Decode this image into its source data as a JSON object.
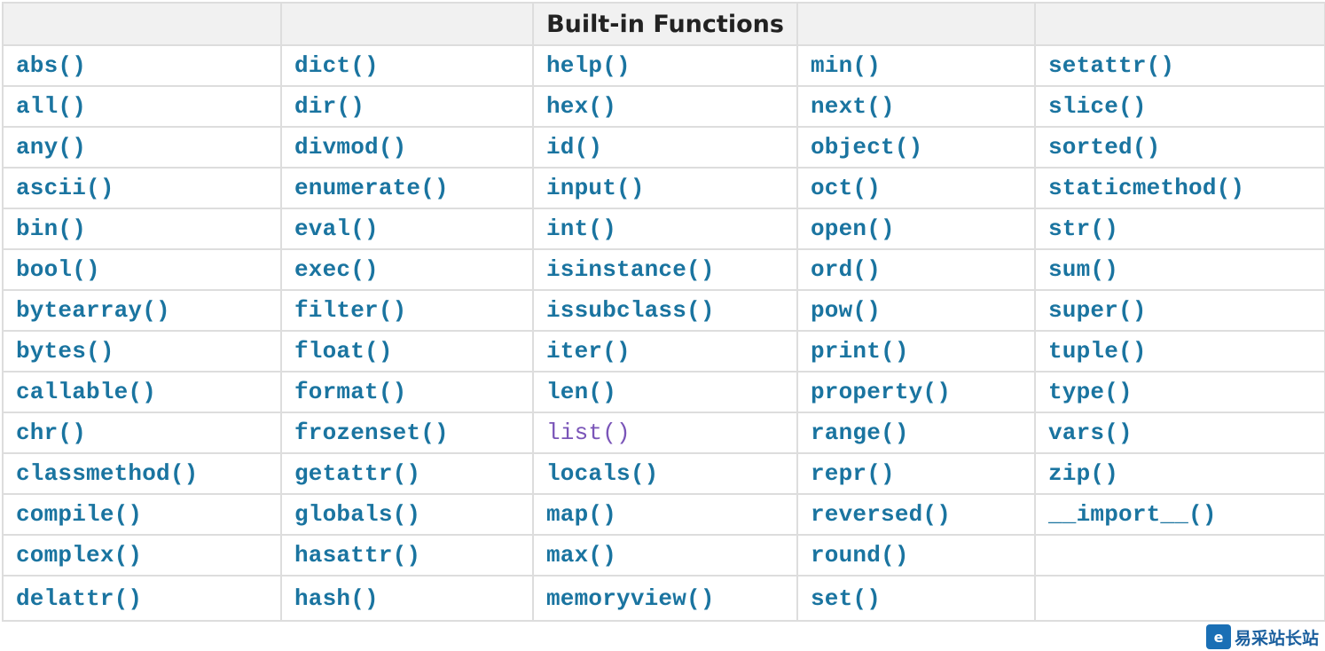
{
  "table": {
    "header": [
      "",
      "",
      "Built-in Functions",
      "",
      ""
    ],
    "columns": [
      [
        "abs()",
        "all()",
        "any()",
        "ascii()",
        "bin()",
        "bool()",
        "bytearray()",
        "bytes()",
        "callable()",
        "chr()",
        "classmethod()",
        "compile()",
        "complex()",
        "delattr()"
      ],
      [
        "dict()",
        "dir()",
        "divmod()",
        "enumerate()",
        "eval()",
        "exec()",
        "filter()",
        "float()",
        "format()",
        "frozenset()",
        "getattr()",
        "globals()",
        "hasattr()",
        "hash()"
      ],
      [
        "help()",
        "hex()",
        "id()",
        "input()",
        "int()",
        "isinstance()",
        "issubclass()",
        "iter()",
        "len()",
        "list()",
        "locals()",
        "map()",
        "max()",
        "memoryview()"
      ],
      [
        "min()",
        "next()",
        "object()",
        "oct()",
        "open()",
        "ord()",
        "pow()",
        "print()",
        "property()",
        "range()",
        "repr()",
        "reversed()",
        "round()",
        "set()"
      ],
      [
        "setattr()",
        "slice()",
        "sorted()",
        "staticmethod()",
        "str()",
        "sum()",
        "super()",
        "tuple()",
        "type()",
        "vars()",
        "zip()",
        "__import__()",
        "",
        ""
      ]
    ],
    "visited": [
      "list()"
    ]
  },
  "watermark": {
    "logo": "e",
    "text": "易采站长站"
  },
  "colors": {
    "link": "#1a74a0",
    "visited_link": "#7a55b8",
    "header_bg": "#f1f1f1",
    "border": "#dddddd"
  }
}
